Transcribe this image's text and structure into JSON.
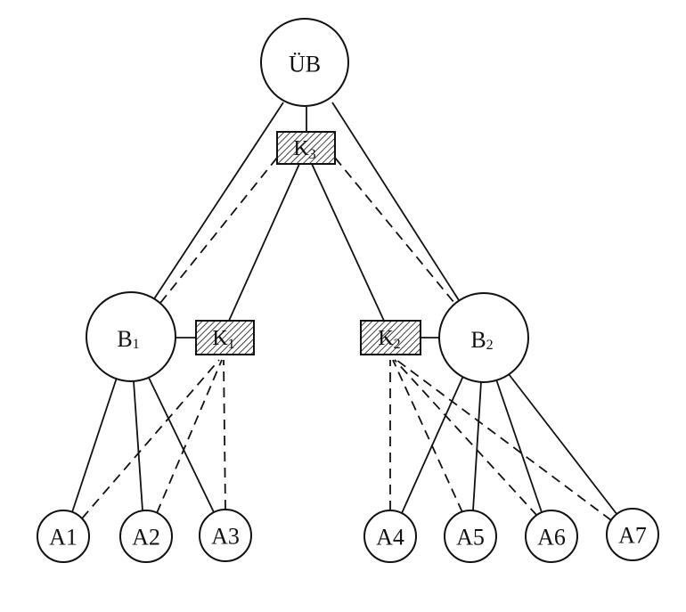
{
  "nodes": {
    "ub": {
      "label": "ÜB"
    },
    "b1": {
      "label": "B",
      "sub": "1"
    },
    "b2": {
      "label": "B",
      "sub": "2"
    },
    "k1": {
      "label": "K",
      "sub": "1"
    },
    "k2": {
      "label": "K",
      "sub": "2"
    },
    "k3": {
      "label": "K",
      "sub": "3"
    },
    "a1": {
      "label": "A1"
    },
    "a2": {
      "label": "A2"
    },
    "a3": {
      "label": "A3"
    },
    "a4": {
      "label": "A4"
    },
    "a5": {
      "label": "A5"
    },
    "a6": {
      "label": "A6"
    },
    "a7": {
      "label": "A7"
    }
  },
  "edges": {
    "solid": [
      [
        "ub",
        "b1"
      ],
      [
        "ub",
        "b2"
      ],
      [
        "ub",
        "k3"
      ],
      [
        "k3",
        "k1"
      ],
      [
        "k3",
        "k2"
      ],
      [
        "b1",
        "k1"
      ],
      [
        "b2",
        "k2"
      ],
      [
        "b1",
        "a1"
      ],
      [
        "b1",
        "a2"
      ],
      [
        "b1",
        "a3"
      ],
      [
        "b2",
        "a4"
      ],
      [
        "b2",
        "a5"
      ],
      [
        "b2",
        "a6"
      ],
      [
        "b2",
        "a7"
      ]
    ],
    "dashed": [
      [
        "k3",
        "b1"
      ],
      [
        "k3",
        "b2"
      ],
      [
        "a1",
        "k1"
      ],
      [
        "a2",
        "k1"
      ],
      [
        "a3",
        "k1"
      ],
      [
        "a4",
        "k2"
      ],
      [
        "a5",
        "k2"
      ],
      [
        "a6",
        "k2"
      ],
      [
        "a7",
        "k2"
      ]
    ]
  },
  "colors": {
    "ink": "#111111",
    "background": "#ffffff"
  }
}
